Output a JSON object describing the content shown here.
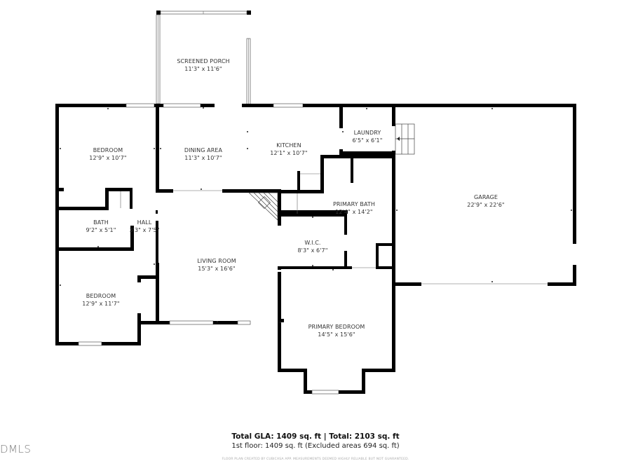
{
  "rooms": {
    "screened_porch": {
      "name": "SCREENED PORCH",
      "dims": "11'3\" x 11'6\""
    },
    "bedroom_1": {
      "name": "BEDROOM",
      "dims": "12'9\" x 10'7\""
    },
    "dining_area": {
      "name": "DINING AREA",
      "dims": "11'3\" x 10'7\""
    },
    "kitchen": {
      "name": "KITCHEN",
      "dims": "12'1\" x 10'7\""
    },
    "laundry": {
      "name": "LAUNDRY",
      "dims": "6'5\" x 6'1\""
    },
    "garage": {
      "name": "GARAGE",
      "dims": "22'9\" x 22'6\""
    },
    "bath": {
      "name": "BATH",
      "dims": "9'2\" x 5'1\""
    },
    "hall": {
      "name": "HALL",
      "dims": "3'3\" x 7'5\""
    },
    "primary_bath": {
      "name": "PRIMARY BATH",
      "dims": "12'4\" x 14'2\""
    },
    "wic": {
      "name": "W.I.C.",
      "dims": "8'3\" x 6'7\""
    },
    "living_room": {
      "name": "LIVING ROOM",
      "dims": "15'3\" x 16'6\""
    },
    "bedroom_2": {
      "name": "BEDROOM",
      "dims": "12'9\" x 11'7\""
    },
    "primary_bedroom": {
      "name": "PRIMARY BEDROOM",
      "dims": "14'5\" x 15'6\""
    }
  },
  "summary": {
    "totals": "Total GLA: 1409 sq. ft | Total: 2103 sq. ft",
    "floor": "1st floor: 1409 sq. ft (Excluded areas 694 sq. ft)"
  },
  "disclaimer": "FLOOR PLAN CREATED BY CUBICASA APP. MEASUREMENTS DEEMED HIGHLY RELIABLE BUT NOT GUARANTEED.",
  "logo": "DMLS",
  "colors": {
    "wall": "#000000",
    "label": "#333333",
    "background": "#ffffff"
  }
}
